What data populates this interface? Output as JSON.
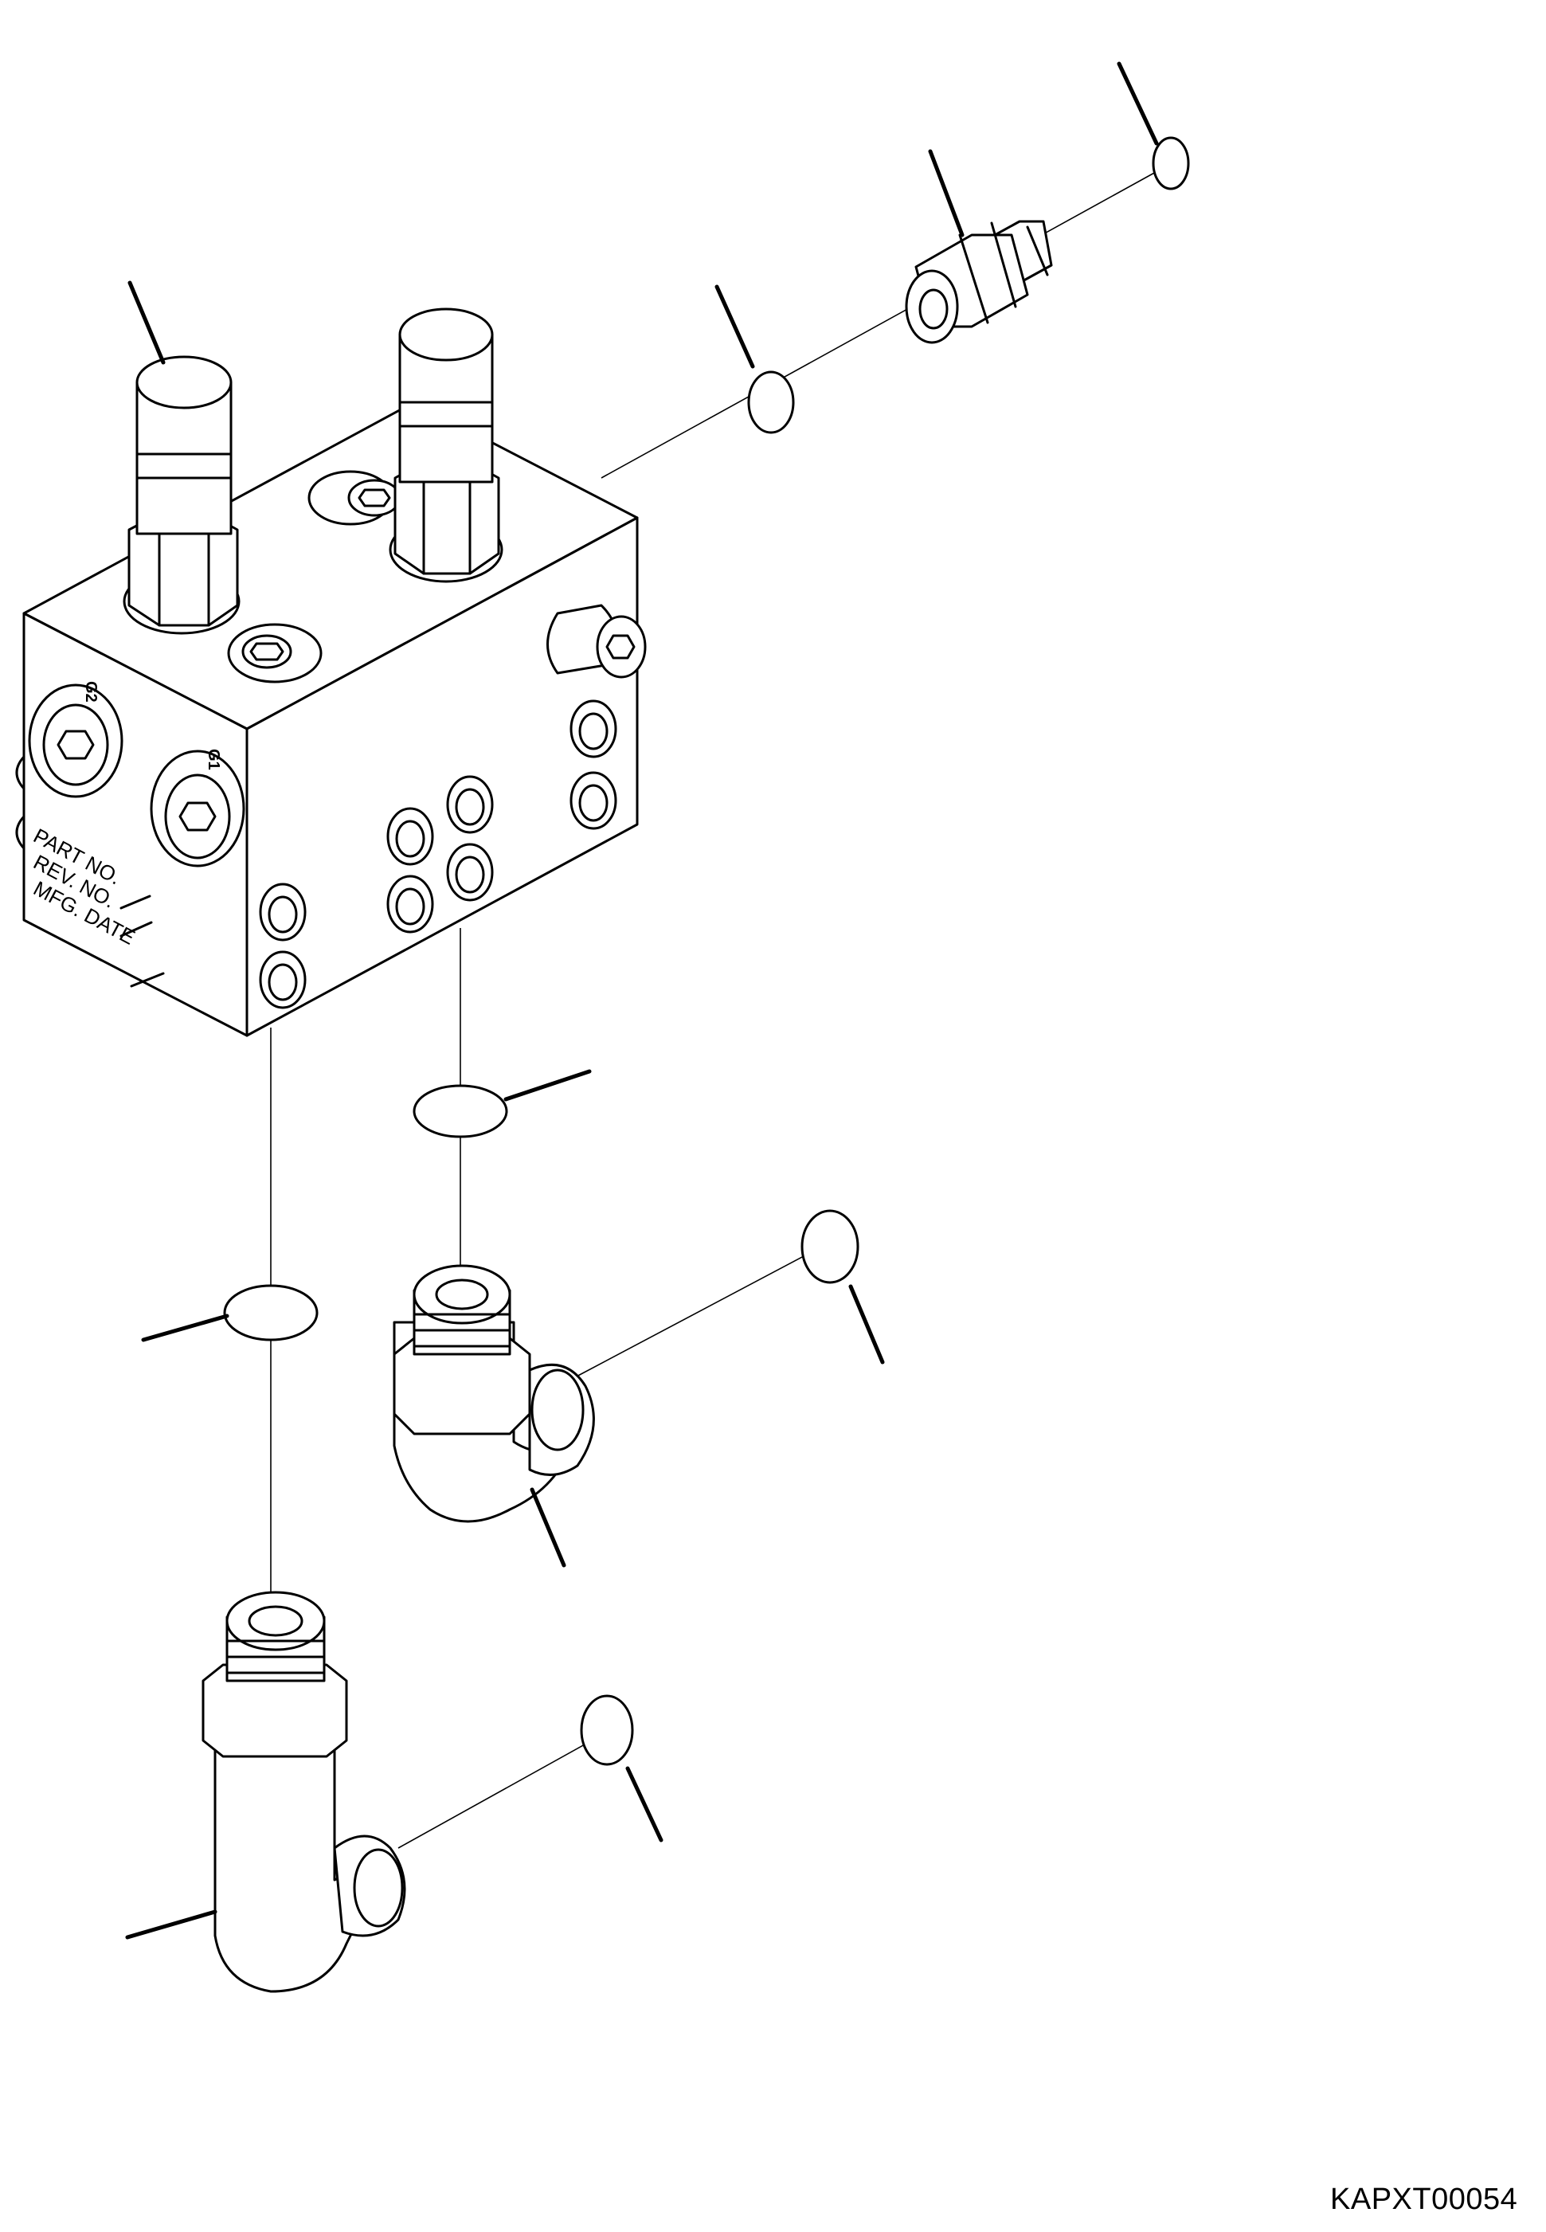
{
  "drawing_id": "KAPXT00054",
  "block_labels": {
    "part_no": "PART NO.",
    "rev_no": "REV. NO.",
    "mfg_date": "MFG. DATE"
  },
  "port_labels": [
    "G2",
    "G1"
  ]
}
